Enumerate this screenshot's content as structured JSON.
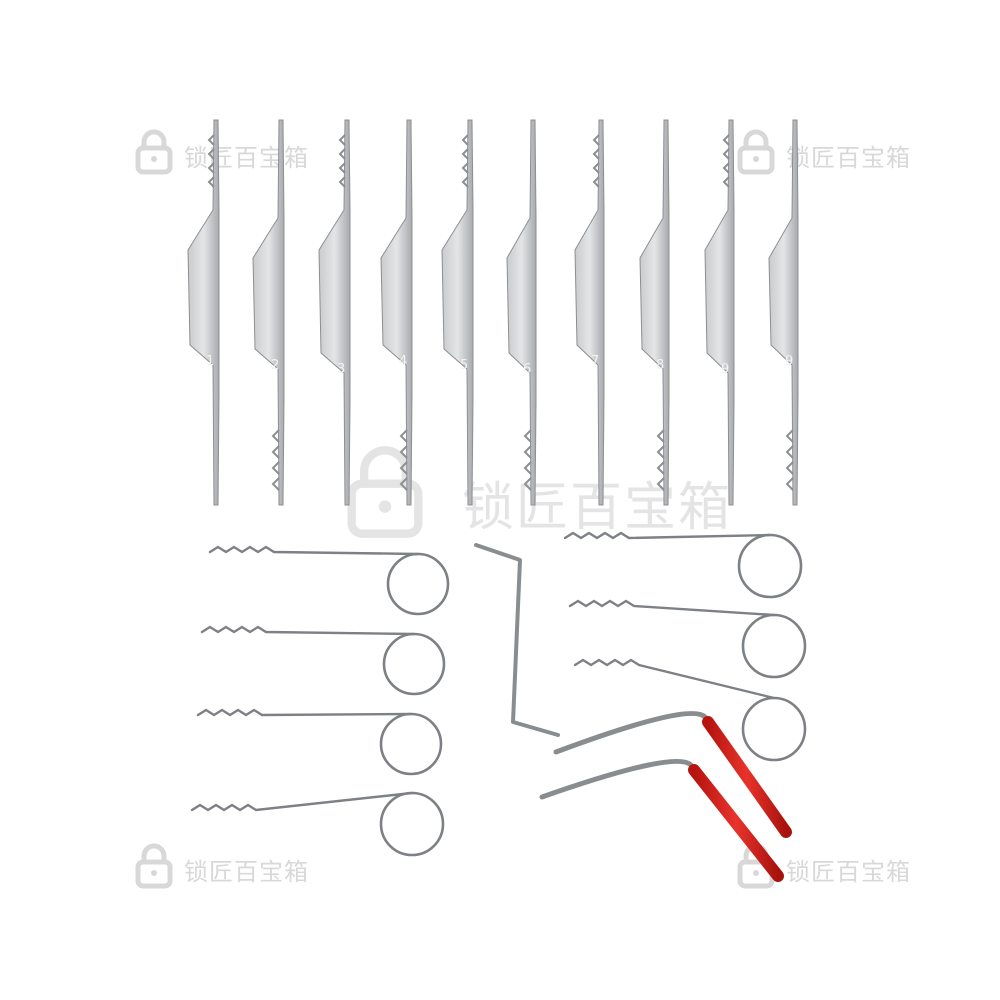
{
  "watermark": {
    "text": "锁匠百宝箱",
    "color": "#d8d8d8"
  },
  "tools": {
    "rake_picks": {
      "count": 10,
      "numbers": [
        "1",
        "2",
        "3",
        "4",
        "5",
        "6",
        "7",
        "8",
        "9",
        "9"
      ]
    },
    "ring_picks": {
      "count": 7
    },
    "tension_wrench_plain": {
      "count": 1
    },
    "tension_wrench_handled": {
      "count": 2,
      "handle_color": "#d8201a"
    }
  },
  "colors": {
    "steel": "#b7b9bc",
    "steel_dark": "#6f7275",
    "wire": "#7d8084",
    "handle": "#d8201a"
  }
}
